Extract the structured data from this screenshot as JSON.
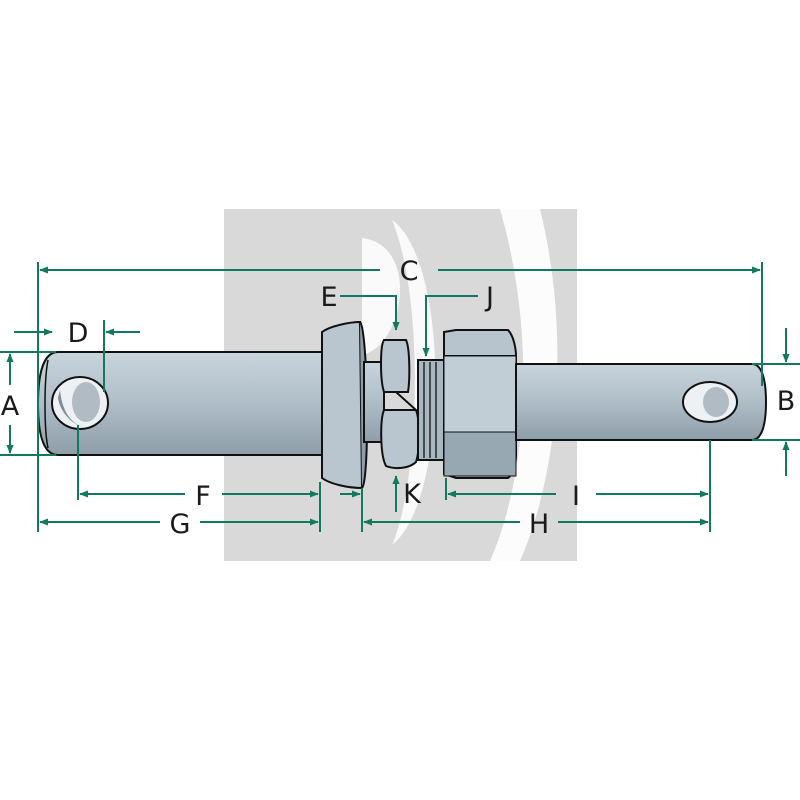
{
  "diagram": {
    "labels": {
      "A": "A",
      "B": "B",
      "C": "C",
      "D": "D",
      "E": "E",
      "F": "F",
      "G": "G",
      "H": "H",
      "I": "I",
      "J": "J",
      "K": "K"
    }
  },
  "colors": {
    "dimension_line": "#117a5e",
    "part_fill": "#b4c2cc",
    "part_outline": "#111111",
    "watermark": "#d8d8d8"
  }
}
